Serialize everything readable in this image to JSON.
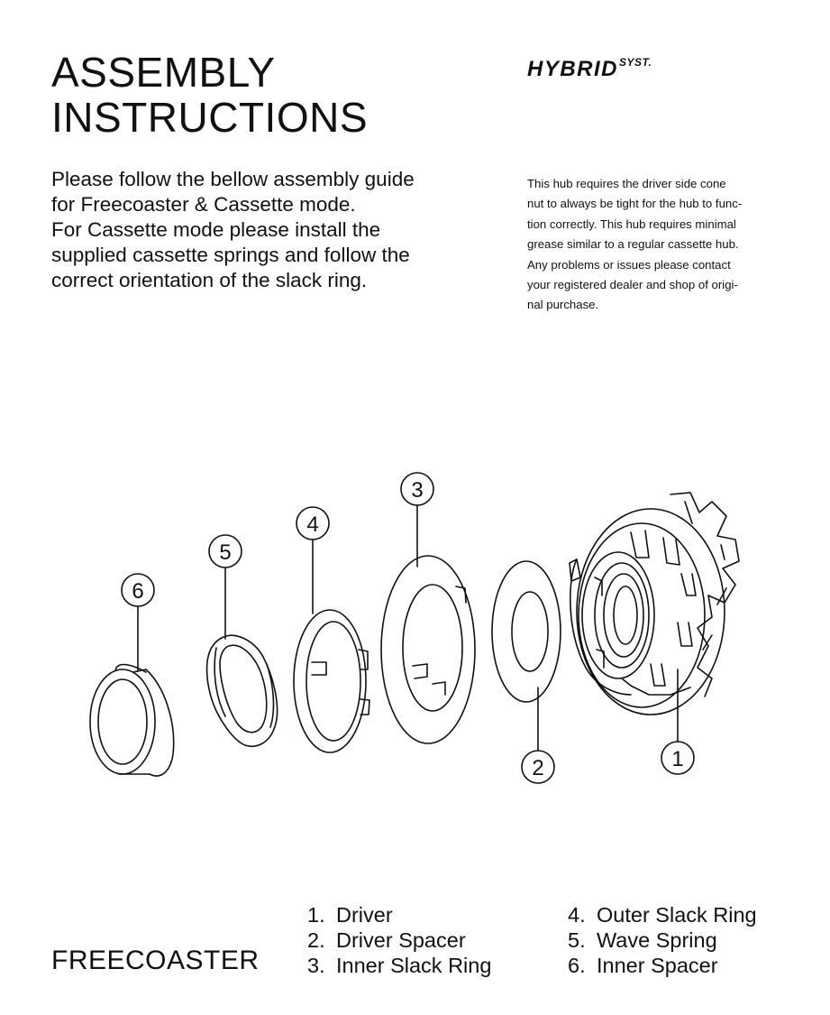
{
  "header": {
    "title_lines": [
      "ASSEMBLY",
      "INSTRUCTIONS"
    ],
    "brand": "HYBRID",
    "brand_sup": "SYST."
  },
  "intro_lines": [
    "Please follow the bellow assembly guide",
    "for Freecoaster & Cassette mode.",
    "For Cassette mode please install the",
    "supplied cassette springs and follow the",
    "correct orientation of the slack ring."
  ],
  "note_lines": [
    "This hub requires the driver side cone",
    "nut to always be tight for the hub to func-",
    "tion correctly. This hub requires minimal",
    "grease similar to a regular cassette hub.",
    "Any problems or issues please contact",
    "your registered dealer and shop of origi-",
    "nal purchase."
  ],
  "diagram": {
    "callouts": [
      "6",
      "5",
      "4",
      "3",
      "2",
      "1"
    ]
  },
  "footer": {
    "mode": "FREECOASTER",
    "parts_left": [
      {
        "num": "1.",
        "name": "Driver"
      },
      {
        "num": "2.",
        "name": "Driver Spacer"
      },
      {
        "num": "3.",
        "name": "Inner Slack Ring"
      }
    ],
    "parts_right": [
      {
        "num": "4.",
        "name": "Outer Slack Ring"
      },
      {
        "num": "5.",
        "name": "Wave Spring"
      },
      {
        "num": "6.",
        "name": "Inner Spacer"
      }
    ]
  }
}
